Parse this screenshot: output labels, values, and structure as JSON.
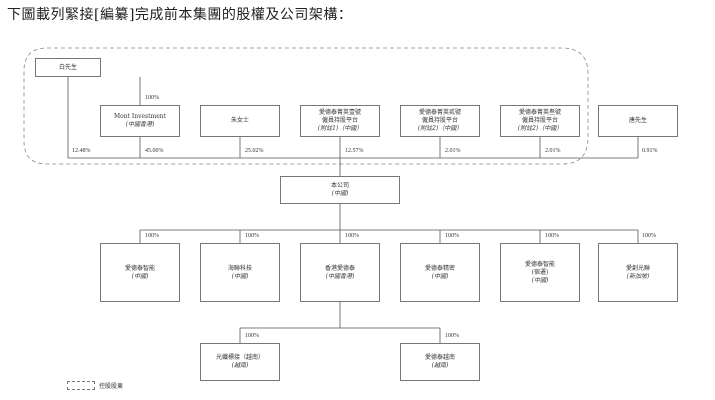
{
  "intro": "下圖載列緊接[編纂]完成前本集團的股權及公司架構：",
  "nodes": {
    "mr_bai": {
      "name": "白先生"
    },
    "mont": {
      "name": "Mont Investment",
      "sub": "(中國香港)"
    },
    "ms_zhu": {
      "name": "朱女士"
    },
    "platform1": {
      "l1": "愛德泰菁英壹號",
      "l2": "僱員持股平台",
      "sub": "(附註1)（中國）"
    },
    "platform2": {
      "l1": "愛德泰菁英貳號",
      "l2": "僱員持股平台",
      "sub": "(附註2)（中國）"
    },
    "platform3": {
      "l1": "愛德泰菁英叁號",
      "l2": "僱員持股平台",
      "sub": "(附註2)（中國）"
    },
    "mr_tang": {
      "name": "唐先生"
    },
    "company": {
      "name": "本公司",
      "sub": "(中國)"
    },
    "sub1": {
      "name": "愛德泰智能",
      "sub": "(中國)"
    },
    "sub2": {
      "name": "海聯科技",
      "sub": "(中國)"
    },
    "sub3": {
      "name": "香港愛德泰",
      "sub": "(中國香港)"
    },
    "sub4": {
      "name": "愛德泰精密",
      "sub": "(中國)"
    },
    "sub5": {
      "name": "愛德泰智能",
      "l2": "(宿遷)",
      "sub": "(中國)"
    },
    "sub6": {
      "name": "愛創光聯",
      "sub": "(新加坡)"
    },
    "gs1": {
      "name": "光纖標接（越南）",
      "sub": "(越南)"
    },
    "gs2": {
      "name": "愛德泰越南",
      "sub": "(越南)"
    }
  },
  "percentages": {
    "bai_mont": "100%",
    "bai_company": "12.48%",
    "mont": "45.00%",
    "zhu": "25.02%",
    "platform1": "12.57%",
    "platform2": "2.01%",
    "platform3": "2.01%",
    "tang": "0.91%",
    "sub1": "100%",
    "sub2": "100%",
    "sub3": "100%",
    "sub4": "100%",
    "sub5": "100%",
    "sub6": "100%",
    "gs1": "100%",
    "gs2": "100%"
  },
  "legend": {
    "label": "控股股東"
  }
}
